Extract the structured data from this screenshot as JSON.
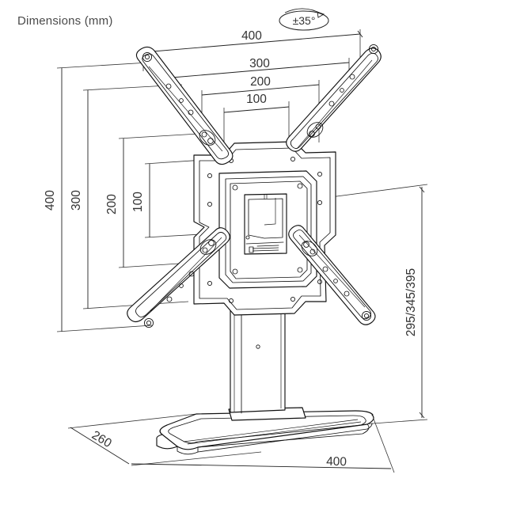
{
  "drawing": {
    "title": "Dimensions (mm)",
    "units": "mm",
    "type": "technical-dimension-drawing",
    "subject": "tabletop TV stand with VESA mount arms, column and base plate",
    "line_color": "#1a1a1a",
    "text_color": "#333333",
    "background": "#ffffff"
  },
  "annotations": {
    "rotation_badge": "±35°"
  },
  "dimensions": {
    "top": [
      {
        "label": "400",
        "span": "outer arm pivot to outer arm pivot"
      },
      {
        "label": "300",
        "span": "VESA 300 horizontal"
      },
      {
        "label": "200",
        "span": "VESA 200 horizontal"
      },
      {
        "label": "100",
        "span": "VESA 100 horizontal"
      }
    ],
    "left": [
      {
        "label": "400",
        "span": "outer arm pivot to outer arm pivot"
      },
      {
        "label": "300",
        "span": "VESA 300 vertical"
      },
      {
        "label": "200",
        "span": "VESA 200 vertical"
      },
      {
        "label": "100",
        "span": "VESA 100 vertical"
      }
    ],
    "right": [
      {
        "label": "295/345/395",
        "span": "overall height options"
      }
    ],
    "bottom": [
      {
        "label": "260",
        "span": "base plate depth"
      },
      {
        "label": "400",
        "span": "base plate width"
      }
    ]
  }
}
